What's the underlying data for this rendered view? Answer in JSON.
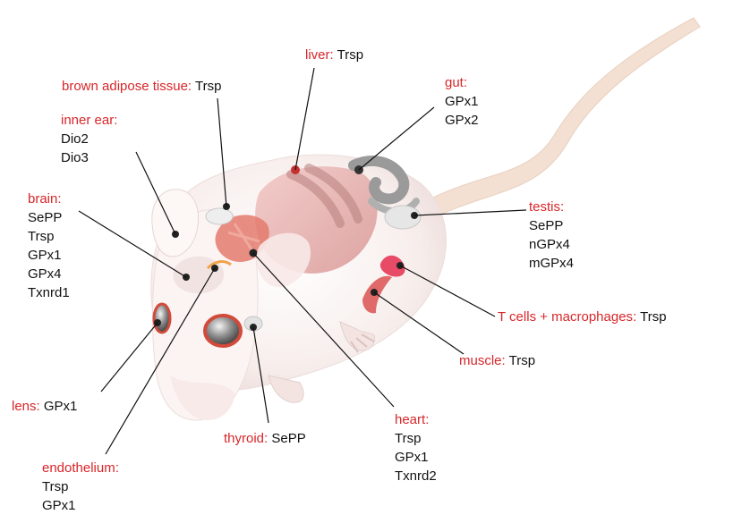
{
  "colors": {
    "tissue_label": "#d8262a",
    "gene_label": "#111111",
    "leader_line": "#111111",
    "mouse_body": "#f6ecea",
    "organ_red": "#d83a3a"
  },
  "labels": {
    "liver": {
      "tissue": "liver",
      "sep": ": ",
      "genes": [
        "Trsp"
      ]
    },
    "brown_adipose": {
      "tissue": "brown adipose tissue",
      "sep": ": ",
      "genes": [
        "Trsp"
      ]
    },
    "gut": {
      "tissue": "gut",
      "sep": ":",
      "genes": [
        "GPx1",
        "GPx2"
      ]
    },
    "inner_ear": {
      "tissue": "inner ear",
      "sep": ":",
      "genes": [
        "Dio2",
        "Dio3"
      ]
    },
    "brain": {
      "tissue": "brain",
      "sep": ":",
      "genes": [
        "SePP",
        "Trsp",
        "GPx1",
        "GPx4",
        "Txnrd1"
      ]
    },
    "testis": {
      "tissue": "testis",
      "sep": ":",
      "genes": [
        "SePP",
        "nGPx4",
        "mGPx4"
      ]
    },
    "t_cells": {
      "tissue": "T cells + macrophages",
      "sep": ": ",
      "genes": [
        "Trsp"
      ]
    },
    "muscle": {
      "tissue": "muscle",
      "sep": ": ",
      "genes": [
        "Trsp"
      ]
    },
    "lens": {
      "tissue": "lens",
      "sep": ": ",
      "genes": [
        "GPx1"
      ]
    },
    "heart": {
      "tissue": "heart",
      "sep": ":",
      "genes": [
        "Trsp",
        "GPx1",
        "Txnrd2"
      ]
    },
    "thyroid": {
      "tissue": "thyroid",
      "sep": ": ",
      "genes": [
        "SePP"
      ]
    },
    "endothelium": {
      "tissue": "endothelium",
      "sep": ":",
      "genes": [
        "Trsp",
        "GPx1"
      ]
    }
  }
}
